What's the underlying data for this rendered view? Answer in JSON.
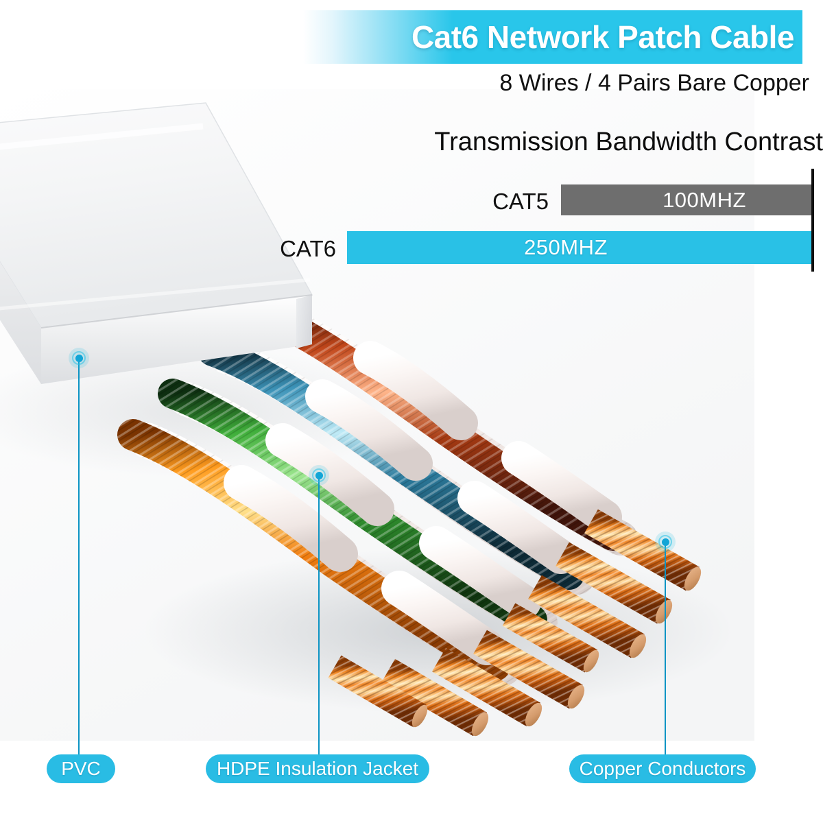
{
  "banner": {
    "title": "Cat6 Network Patch Cable",
    "accent_color": "#29c6ea"
  },
  "subtitle": "8 Wires / 4 Pairs Bare Copper",
  "chart_data": {
    "type": "bar",
    "title": "Transmission Bandwidth Contrast",
    "orientation": "horizontal",
    "categories": [
      "CAT5",
      "CAT6"
    ],
    "values": [
      100,
      250
    ],
    "value_labels": [
      "100MHZ",
      "250MHZ"
    ],
    "unit": "MHZ",
    "colors": [
      "#6e6e6e",
      "#29c1e6"
    ],
    "xlabel": "",
    "ylabel": "",
    "xlim": [
      0,
      250
    ],
    "grid": false,
    "legend": false,
    "axis_side": "right",
    "axis_color": "#111111"
  },
  "callouts": [
    {
      "id": "pvc",
      "label": "PVC",
      "dot_x": 115,
      "dot_y": 522,
      "line_bottom": 1100
    },
    {
      "id": "hdpe",
      "label": "HDPE Insulation Jacket",
      "dot_x": 465,
      "dot_y": 693,
      "line_bottom": 1100
    },
    {
      "id": "copper",
      "label": "Copper Conductors",
      "dot_x": 970,
      "dot_y": 790,
      "line_bottom": 1100
    }
  ],
  "illustration": {
    "description": "flat-cat6-cable-cutaway",
    "jacket_color": "#f2f3f4",
    "pair_colors": [
      "#ff8c1a",
      "#3fae3a",
      "#2f8fb5",
      "#b8411c"
    ],
    "insulation_color": "#f6efec",
    "conductor_color": "#ef7a21"
  }
}
